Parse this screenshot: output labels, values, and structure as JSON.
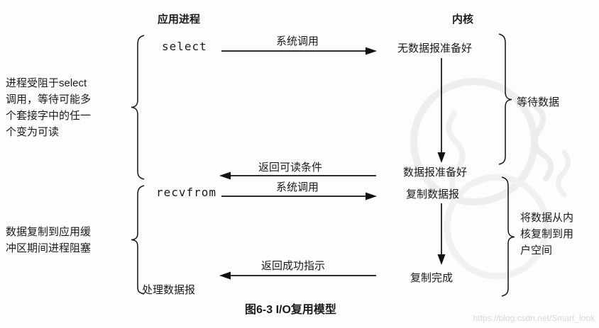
{
  "headers": {
    "app_process": "应用进程",
    "kernel": "内核"
  },
  "app_column": {
    "select": "select",
    "recvfrom": "recvfrom",
    "process_datagram": "处理数据报"
  },
  "kernel_column": {
    "no_datagram_ready": "无数据报准备好",
    "datagram_ready": "数据报准备好",
    "copy_datagram": "复制数据报",
    "copy_complete": "复制完成"
  },
  "arrow_labels": {
    "system_call_1": "系统调用",
    "return_readable": "返回可读条件",
    "system_call_2": "系统调用",
    "return_success": "返回成功指示"
  },
  "side_notes": {
    "blocked_in_select": "进程受阻于select\n调用，等待可能多\n个套接字中的任一\n个变为可读",
    "blocked_during_copy": "数据复制到应用缓\n冲区期间进程阻塞",
    "wait_for_data": "等待数据",
    "copy_kernel_to_user": "将数据从内\n核复制到用\n户空间"
  },
  "caption": "图6-3  I/O复用模型",
  "watermark": "https://blog.csdn.net/Smart_look",
  "colors": {
    "ink": "#1a1a1a",
    "watermark_gray": "#d8d8d8",
    "stamp_gray": "#dedede"
  }
}
